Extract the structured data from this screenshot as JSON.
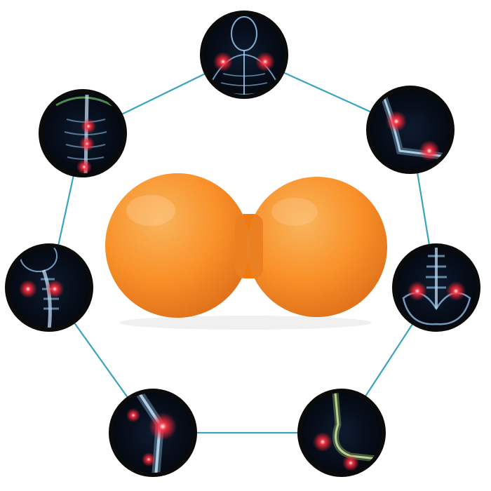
{
  "colors": {
    "background": "#ffffff",
    "connector": "#3aa3bf",
    "ball": "#ff8c1a",
    "ball_highlight": "#ffb454",
    "ball_shadow": "#e0660a",
    "circle_bg": "#04070d",
    "skeleton": "#9fd6ff",
    "pain_glow": "#ff1e2e"
  },
  "product": {
    "name": "double-lacrosse-massage-ball",
    "color": "orange"
  },
  "body_areas": [
    {
      "id": "neck-shoulders",
      "icon": "neck-shoulders-xray-icon"
    },
    {
      "id": "elbow",
      "icon": "elbow-xray-icon"
    },
    {
      "id": "lower-back-hips",
      "icon": "lower-back-xray-icon"
    },
    {
      "id": "foot-ankle",
      "icon": "foot-xray-icon"
    },
    {
      "id": "knee",
      "icon": "knee-xray-icon"
    },
    {
      "id": "cervical-spine",
      "icon": "cervical-spine-xray-icon"
    },
    {
      "id": "upper-back-spine",
      "icon": "upper-back-xray-icon"
    }
  ]
}
